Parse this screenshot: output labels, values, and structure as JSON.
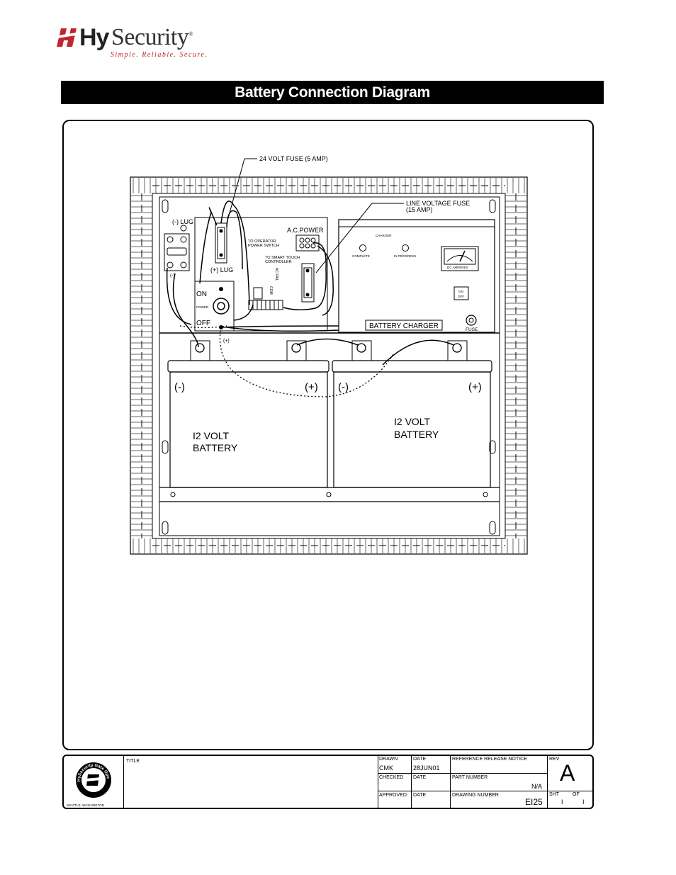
{
  "brand": {
    "name_bold": "Hy",
    "name_rest": "Security",
    "registered": "®",
    "tagline": "Simple. Reliable. Secure.",
    "color": "#c0262d"
  },
  "page_title": "Battery Connection Diagram",
  "diagram": {
    "fuse_24v": "24 VOLT FUSE (5 AMP)",
    "line_fuse_1": "LINE VOLTAGE FUSE",
    "line_fuse_2": "(15 AMP)",
    "neg_lug": "(-) LUG",
    "pos_lug": "(+) LUG",
    "neg_small": "(-)",
    "ac_power": "A.C.POWER",
    "to_operator_1": "TO OPERATOR",
    "to_operator_2": "POWER SWITCH",
    "smart_touch_1": "TO SMART TOUCH",
    "smart_touch_2": "CONTROLLER",
    "ac_fail": "AC FAIL",
    "com": "COM",
    "on": "ON",
    "power": "POWER",
    "off": "OFF",
    "charger_label": "CHARGER",
    "complete": "COMPLETE",
    "in_progress": "IN PROGRESS",
    "dc_amperes": "DC AMPERES",
    "on_off_on": "ON",
    "on_off_off": "OFF",
    "battery_charger": "BATTERY CHARGER",
    "fuse": "FUSE",
    "pos_small": "(+)",
    "bat1_neg": "(-)",
    "bat1_pos": "(+)",
    "bat2_neg": "(-)",
    "bat2_pos": "(+)",
    "bat1_line1": "I2 VOLT",
    "bat1_line2": "BATTERY",
    "bat2_line1": "I2 VOLT",
    "bat2_line2": "BATTERY"
  },
  "title_block": {
    "seal_text": "HySecurity Gate Operators",
    "seal_city": "SEATTLE, WASHINGTON",
    "title_label": "TITLE",
    "drawn_label": "DRAWN",
    "drawn_value": "CMK",
    "date_label": "DATE",
    "date_value": "28JUN01",
    "ref_label": "REFERENCE RELEASE NOTICE",
    "rev_label": "REV",
    "rev_value": "A",
    "checked_label": "CHECKED",
    "date2_label": "DATE",
    "part_label": "PART NUMBER",
    "part_value": "N/A",
    "approved_label": "APPROVED",
    "date3_label": "DATE",
    "drawing_label": "DRAWING NUMBER",
    "drawing_value": "EI25",
    "sht_label": "SHT",
    "of_label": "OF",
    "sht_value": "I",
    "of_value": "I"
  }
}
